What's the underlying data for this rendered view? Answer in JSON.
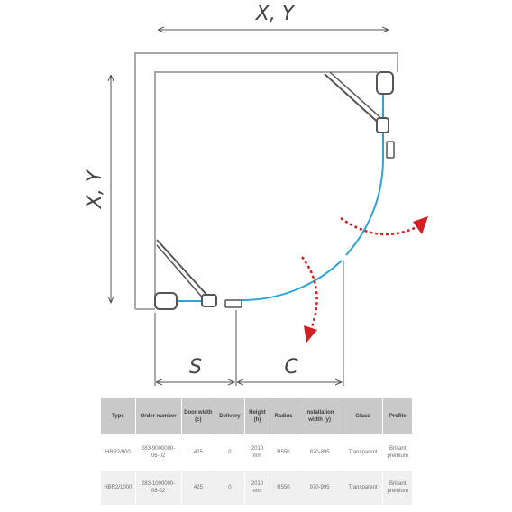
{
  "dimensions": {
    "top": "X, Y",
    "left": "X, Y",
    "s": "S",
    "c": "C"
  },
  "colors": {
    "frame": "#a8a8a8",
    "glass": "#2aa5dc",
    "arrow": "#d11f24",
    "dimension": "#555555"
  },
  "table": {
    "headers": [
      "Type",
      "Order number",
      "Door width (c)",
      "Delivery",
      "Height (h)",
      "Radius",
      "Installation width (y)",
      "Glass",
      "Profile"
    ],
    "rows": [
      [
        "HBR2/900",
        "283-9000000-06-02",
        "425",
        "0",
        "2010 mm",
        "R550",
        "870-895",
        "Transparent",
        "Brillant premium"
      ],
      [
        "HBR2/1000",
        "283-1000000-06-02",
        "425",
        "0",
        "2010 mm",
        "R550",
        "970-995",
        "Transparent",
        "Brillant premium"
      ]
    ]
  }
}
